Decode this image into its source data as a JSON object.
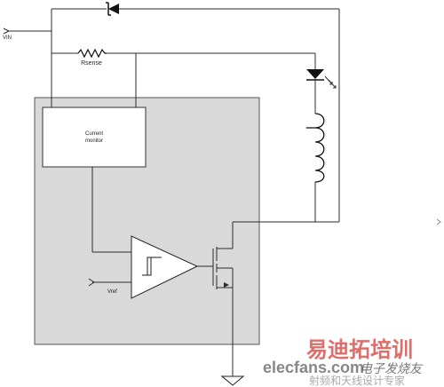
{
  "labels": {
    "vin": "VIN",
    "rsense": "Rsense",
    "current_monitor_line1": "Current",
    "current_monitor_line2": "monitor",
    "vref": "Vref"
  },
  "watermark": {
    "brand_cn_top": "易迪拓培训",
    "brand_en": "elecfans.com",
    "brand_cn_script": "电子发烧友",
    "brand_cn_bottom": "射频和天线设计专家"
  },
  "colors": {
    "wire": "#2b2b2b",
    "ic_fill": "#d9d9d9",
    "ic_border": "#555555",
    "block_fill": "#ffffff",
    "watermark_red": "#d9534f",
    "watermark_gray": "#9a9a9a"
  }
}
